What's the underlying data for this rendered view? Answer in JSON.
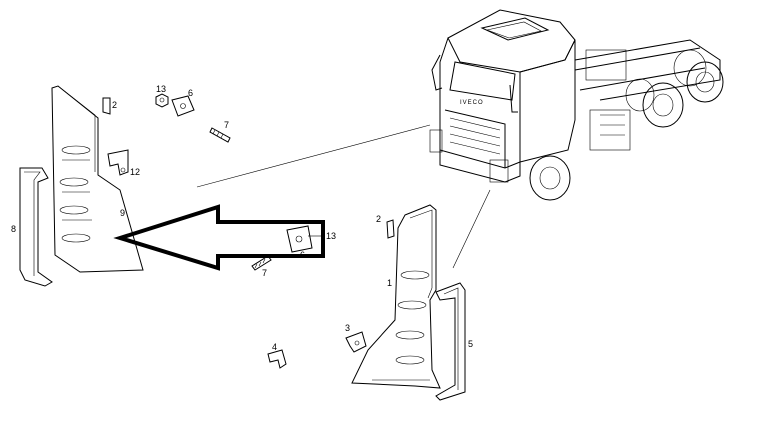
{
  "diagram": {
    "truck_badge": "IVECO",
    "left_assembly_labels": {
      "label_2": "2",
      "label_13": "13",
      "label_6": "6",
      "label_7": "7",
      "label_12": "12",
      "label_8": "8",
      "label_9": "9",
      "label_13b": "13",
      "label_6b": "6",
      "label_7b": "7"
    },
    "right_assembly_labels": {
      "label_2": "2",
      "label_1": "1",
      "label_3": "3",
      "label_4": "4",
      "label_5": "5"
    }
  }
}
